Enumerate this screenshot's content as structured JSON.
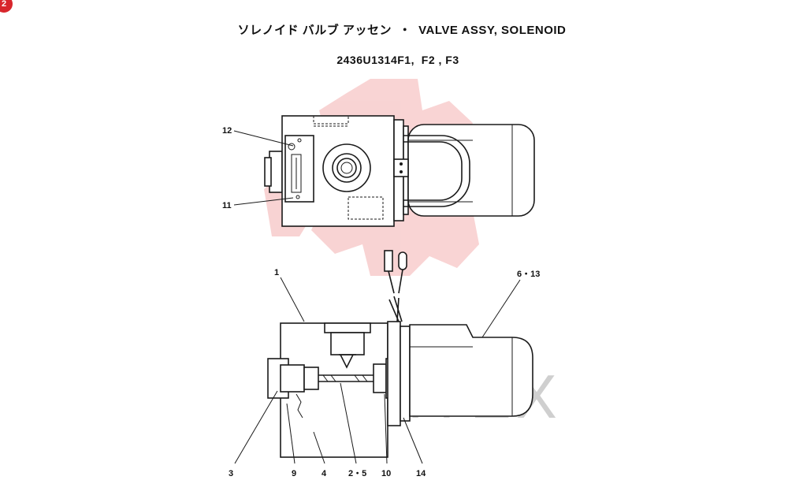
{
  "page_badge": "2",
  "title": "ソレノイド バルブ アッセン  ・  VALVE ASSY, SOLENOID",
  "subtitle": "2436U1314F1,  F2 , F3",
  "watermark": {
    "text": "VIHTEX",
    "color": "#e23b3b"
  },
  "callouts": {
    "c12": "12",
    "c11": "11",
    "c1": "1",
    "c6_13": "6・13",
    "c3": "3",
    "c9": "9",
    "c4": "4",
    "c2_5": "2・5",
    "c10": "10",
    "c14": "14"
  }
}
